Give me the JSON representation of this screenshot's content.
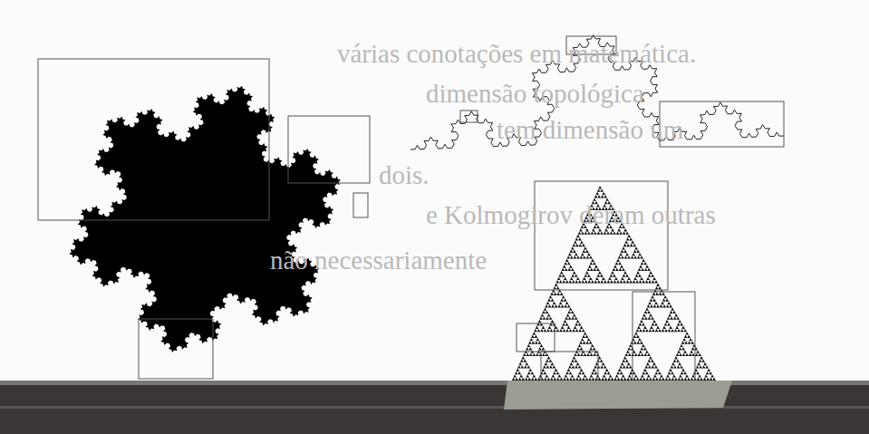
{
  "diagram": {
    "labels": [
      "várias conotações em matemática.",
      "dimensão topológica",
      "tem dimensão um",
      "dois.",
      "e Kolmogirov deram outras",
      "não necessariamente"
    ]
  }
}
